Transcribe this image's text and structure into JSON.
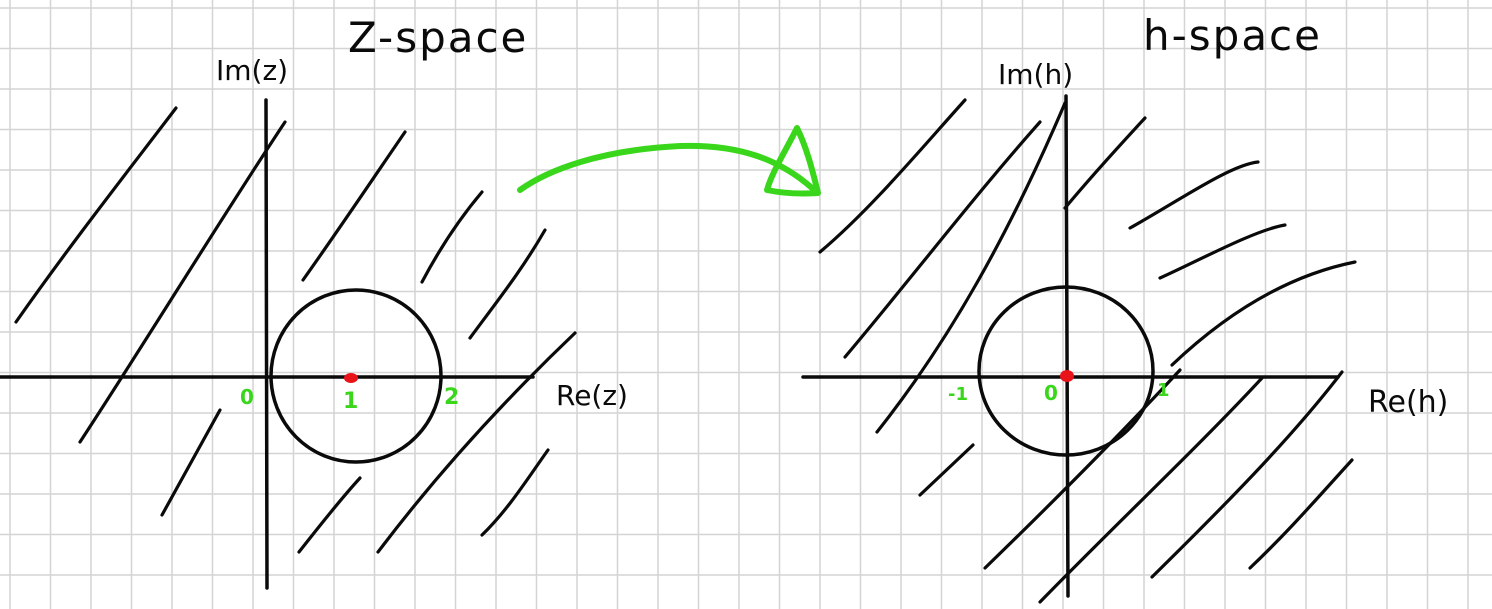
{
  "colors": {
    "ink": "#0a0a0a",
    "grid": "#d4d4d4",
    "accent_green": "#3ad61c",
    "point_red": "#e8141a"
  },
  "z_space": {
    "title": "Z-space",
    "y_axis_label": "Im(z)",
    "x_axis_label": "Re(z)",
    "tick_labels": [
      "0",
      "1",
      "2"
    ],
    "marked_point": "1"
  },
  "h_space": {
    "title": "h-space",
    "y_axis_label": "Im(h)",
    "x_axis_label": "Re(h)",
    "tick_labels": [
      "-1",
      "0",
      "1"
    ],
    "marked_point": "0"
  },
  "mapping_arrow": {
    "icon": "curved-arrow-icon",
    "direction": "z-space to h-space"
  }
}
